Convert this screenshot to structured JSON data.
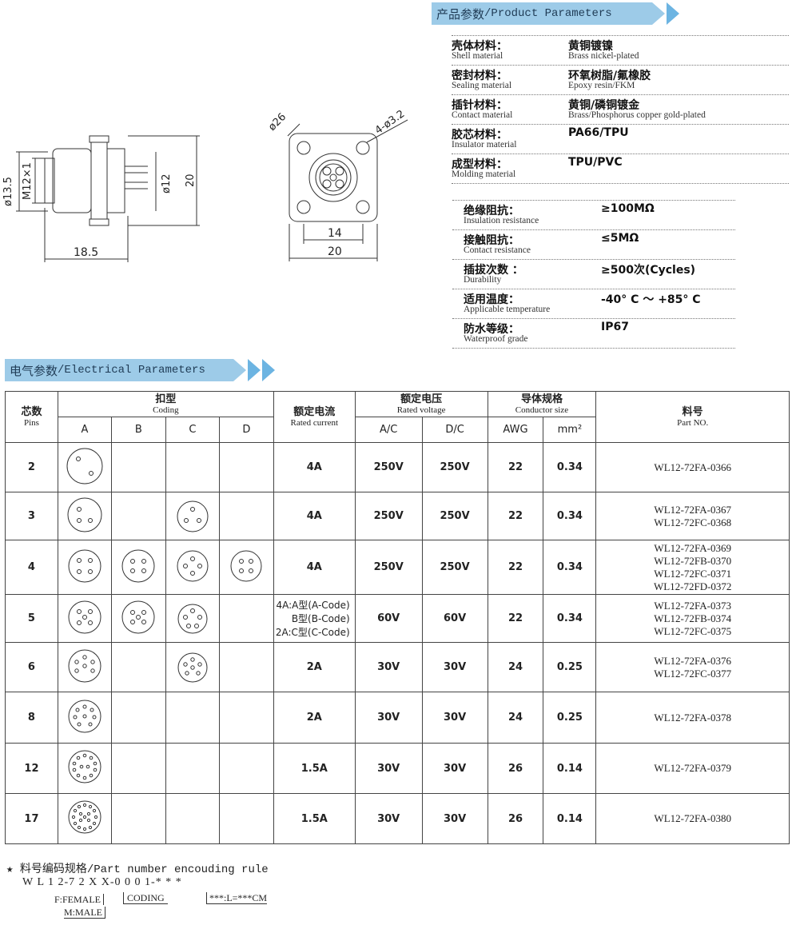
{
  "product_params": {
    "banner_cn": "产品参数",
    "banner_en": "/Product Parameters",
    "materials": [
      {
        "label_cn": "壳体材料：",
        "label_en": "Shell material",
        "value_cn": "黄铜镀镍",
        "value_en": "Brass nickel-plated"
      },
      {
        "label_cn": "密封材料：",
        "label_en": "Sealing material",
        "value_cn": "环氧树脂/氟橡胶",
        "value_en": "Epoxy resin/FKM"
      },
      {
        "label_cn": "插针材料：",
        "label_en": "Contact material",
        "value_cn": "黄铜/磷铜镀金",
        "value_en": "Brass/Phosphorus copper gold-plated"
      },
      {
        "label_cn": "胶芯材料：",
        "label_en": "Insulator material",
        "value_cn": "PA66/TPU",
        "value_en": ""
      },
      {
        "label_cn": "成型材料：",
        "label_en": "Molding material",
        "value_cn": "TPU/PVC",
        "value_en": ""
      }
    ],
    "specs": [
      {
        "label_cn": "绝缘阻抗：",
        "label_en": "Insulation resistance",
        "value": "≥100MΩ"
      },
      {
        "label_cn": "接触阻抗：",
        "label_en": "Contact resistance",
        "value": "≤5MΩ"
      },
      {
        "label_cn": "插拔次数 ：",
        "label_en": "Durability",
        "value": "≥500次(Cycles)"
      },
      {
        "label_cn": "适用温度：",
        "label_en": "Applicable temperature",
        "value": "-40° C ～ +85° C"
      },
      {
        "label_cn": "防水等级：",
        "label_en": "Waterproof grade",
        "value": "IP67"
      }
    ]
  },
  "drawing": {
    "dims": {
      "d135": "ø13.5",
      "m12": "M12×1",
      "d12": "ø12",
      "h20": "20",
      "l185": "18.5",
      "d26": "ø26",
      "holes": "4-ø3.2",
      "w14": "14",
      "w20": "20"
    }
  },
  "electrical": {
    "banner_cn": "电气参数",
    "banner_en": "/Electrical Parameters",
    "headers": {
      "pins_cn": "芯数",
      "pins_en": "Pins",
      "coding_cn": "扣型",
      "coding_en": "Coding",
      "codes": [
        "A",
        "B",
        "C",
        "D"
      ],
      "current_cn": "额定电流",
      "current_en": "Rated current",
      "voltage_cn": "额定电压",
      "voltage_en": "Rated voltage",
      "ac": "A/C",
      "dc": "D/C",
      "conductor_cn": "导体规格",
      "conductor_en": "Conductor size",
      "awg": "AWG",
      "mm2": "mm²",
      "part_cn": "料号",
      "part_en": "Part NO."
    },
    "rows": [
      {
        "pins": "2",
        "current": "4A",
        "ac": "250V",
        "dc": "250V",
        "awg": "22",
        "mm2": "0.34",
        "parts": "WL12-72FA-0366"
      },
      {
        "pins": "3",
        "current": "4A",
        "ac": "250V",
        "dc": "250V",
        "awg": "22",
        "mm2": "0.34",
        "parts": "WL12-72FA-0367\nWL12-72FC-0368"
      },
      {
        "pins": "4",
        "current": "4A",
        "ac": "250V",
        "dc": "250V",
        "awg": "22",
        "mm2": "0.34",
        "parts": "WL12-72FA-0369\nWL12-72FB-0370\nWL12-72FC-0371\nWL12-72FD-0372"
      },
      {
        "pins": "5",
        "current": "4A:A型(A-Code)\nB型(B-Code)\n2A:C型(C-Code)",
        "ac": "60V",
        "dc": "60V",
        "awg": "22",
        "mm2": "0.34",
        "parts": "WL12-72FA-0373\nWL12-72FB-0374\nWL12-72FC-0375"
      },
      {
        "pins": "6",
        "current": "2A",
        "ac": "30V",
        "dc": "30V",
        "awg": "24",
        "mm2": "0.25",
        "parts": "WL12-72FA-0376\nWL12-72FC-0377"
      },
      {
        "pins": "8",
        "current": "2A",
        "ac": "30V",
        "dc": "30V",
        "awg": "24",
        "mm2": "0.25",
        "parts": "WL12-72FA-0378"
      },
      {
        "pins": "12",
        "current": "1.5A",
        "ac": "30V",
        "dc": "30V",
        "awg": "26",
        "mm2": "0.14",
        "parts": "WL12-72FA-0379"
      },
      {
        "pins": "17",
        "current": "1.5A",
        "ac": "30V",
        "dc": "30V",
        "awg": "26",
        "mm2": "0.14",
        "parts": "WL12-72FA-0380"
      }
    ]
  },
  "encoding": {
    "title": "★ 料号编码规格/Part number encouding rule",
    "code": "W L 1 2-7 2 X X-0 0 0 1-* * *",
    "female": "F:FEMALE",
    "male": "M:MALE",
    "coding": "CODING",
    "length": "***:L=***CM"
  },
  "colors": {
    "banner": "#9dcbe8",
    "chevron": "#6cb4e2"
  }
}
